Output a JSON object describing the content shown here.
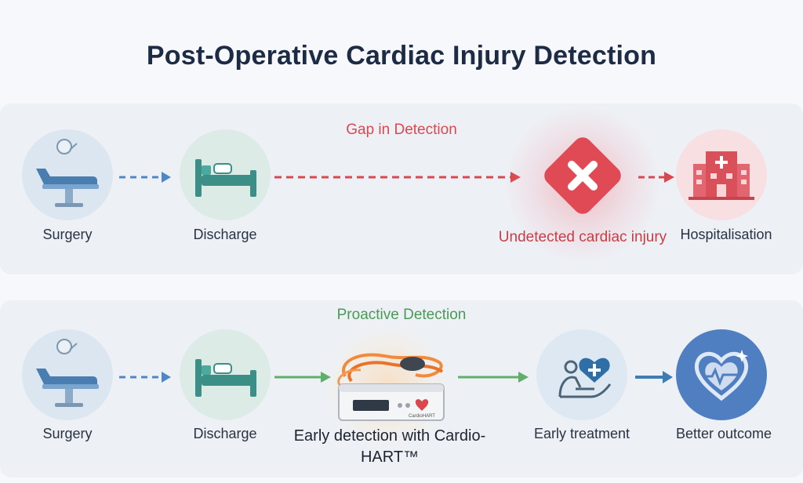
{
  "title": "Post-Operative Cardiac Injury Detection",
  "gap": {
    "heading": "Gap in Detection",
    "steps": [
      "Surgery",
      "Discharge",
      "Undetected cardiac injury",
      "Hospitalisation"
    ]
  },
  "proactive": {
    "heading": "Proactive Detection",
    "steps": [
      "Surgery",
      "Discharge",
      "Early detection with Cardio-HART™",
      "Early treatment",
      "Better outcome"
    ],
    "device_brand": "CardioHART"
  },
  "colors": {
    "title": "#1d2b44",
    "gap_accent": "#d9484f",
    "proactive_accent": "#4a9a55",
    "blue_arrow": "#4f86c6",
    "outcome_circle": "#4f7fc0"
  },
  "icons": [
    "surgery-table-icon",
    "hospital-bed-icon",
    "warning-x-icon",
    "hospital-building-icon",
    "ecg-device-icon",
    "care-hands-icon",
    "heart-outcome-icon"
  ]
}
